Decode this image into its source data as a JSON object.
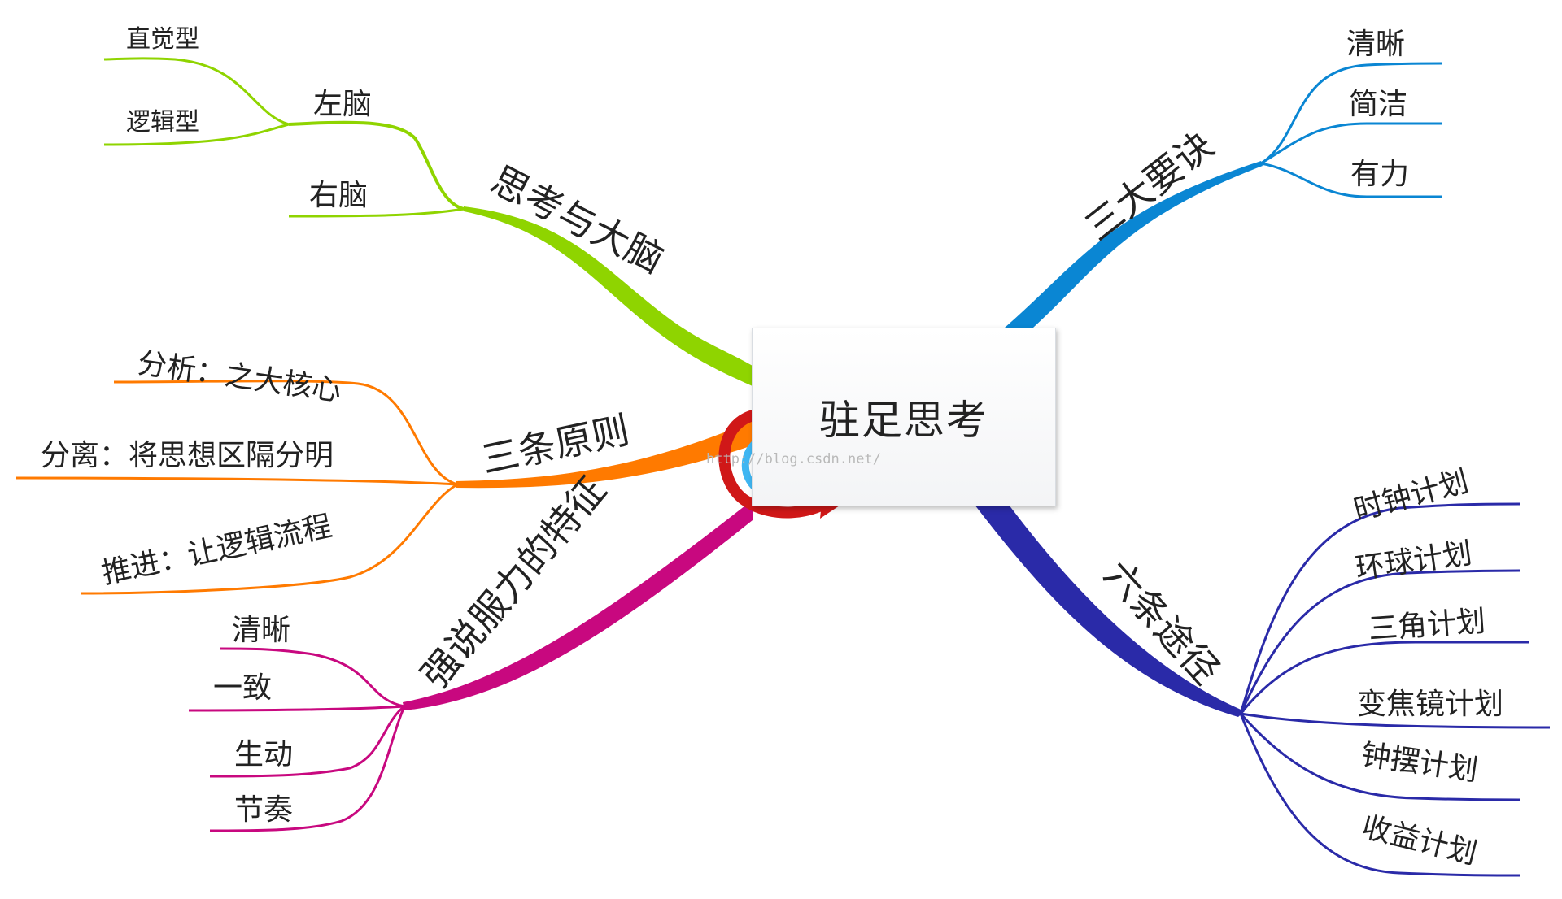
{
  "center": {
    "label": "驻足思考"
  },
  "watermark": "http://blog.csdn.net/",
  "branches": {
    "thinking_brain": {
      "label": "思考与大脑",
      "color": "#8fd400",
      "left_brain": {
        "label": "左脑",
        "children": [
          "直觉型",
          "逻辑型"
        ]
      },
      "right_brain": {
        "label": "右脑"
      }
    },
    "three_principles": {
      "label": "三条原则",
      "color": "#ff7a00",
      "children": [
        "分析：之大核心",
        "分离：将思想区隔分明",
        "推进：让逻辑流程"
      ]
    },
    "persuasive": {
      "label": "强说服力的特征",
      "color": "#c8087f",
      "children": [
        "清晰",
        "一致",
        "生动",
        "节奏"
      ]
    },
    "three_keys": {
      "label": "三大要诀",
      "color": "#0a86d3",
      "children": [
        "清晰",
        "简洁",
        "有力"
      ]
    },
    "six_paths": {
      "label": "六条途径",
      "color": "#2a2aa8",
      "children": [
        "时钟计划",
        "环球计划",
        "三角计划",
        "变焦镜计划",
        "钟摆计划",
        "收益计划"
      ]
    }
  },
  "icons": [
    "return-arrow-icon",
    "refresh-arrow-icon"
  ],
  "colors": {
    "red_arrow": "#d01818",
    "blue_arrow": "#3fb6f2"
  }
}
